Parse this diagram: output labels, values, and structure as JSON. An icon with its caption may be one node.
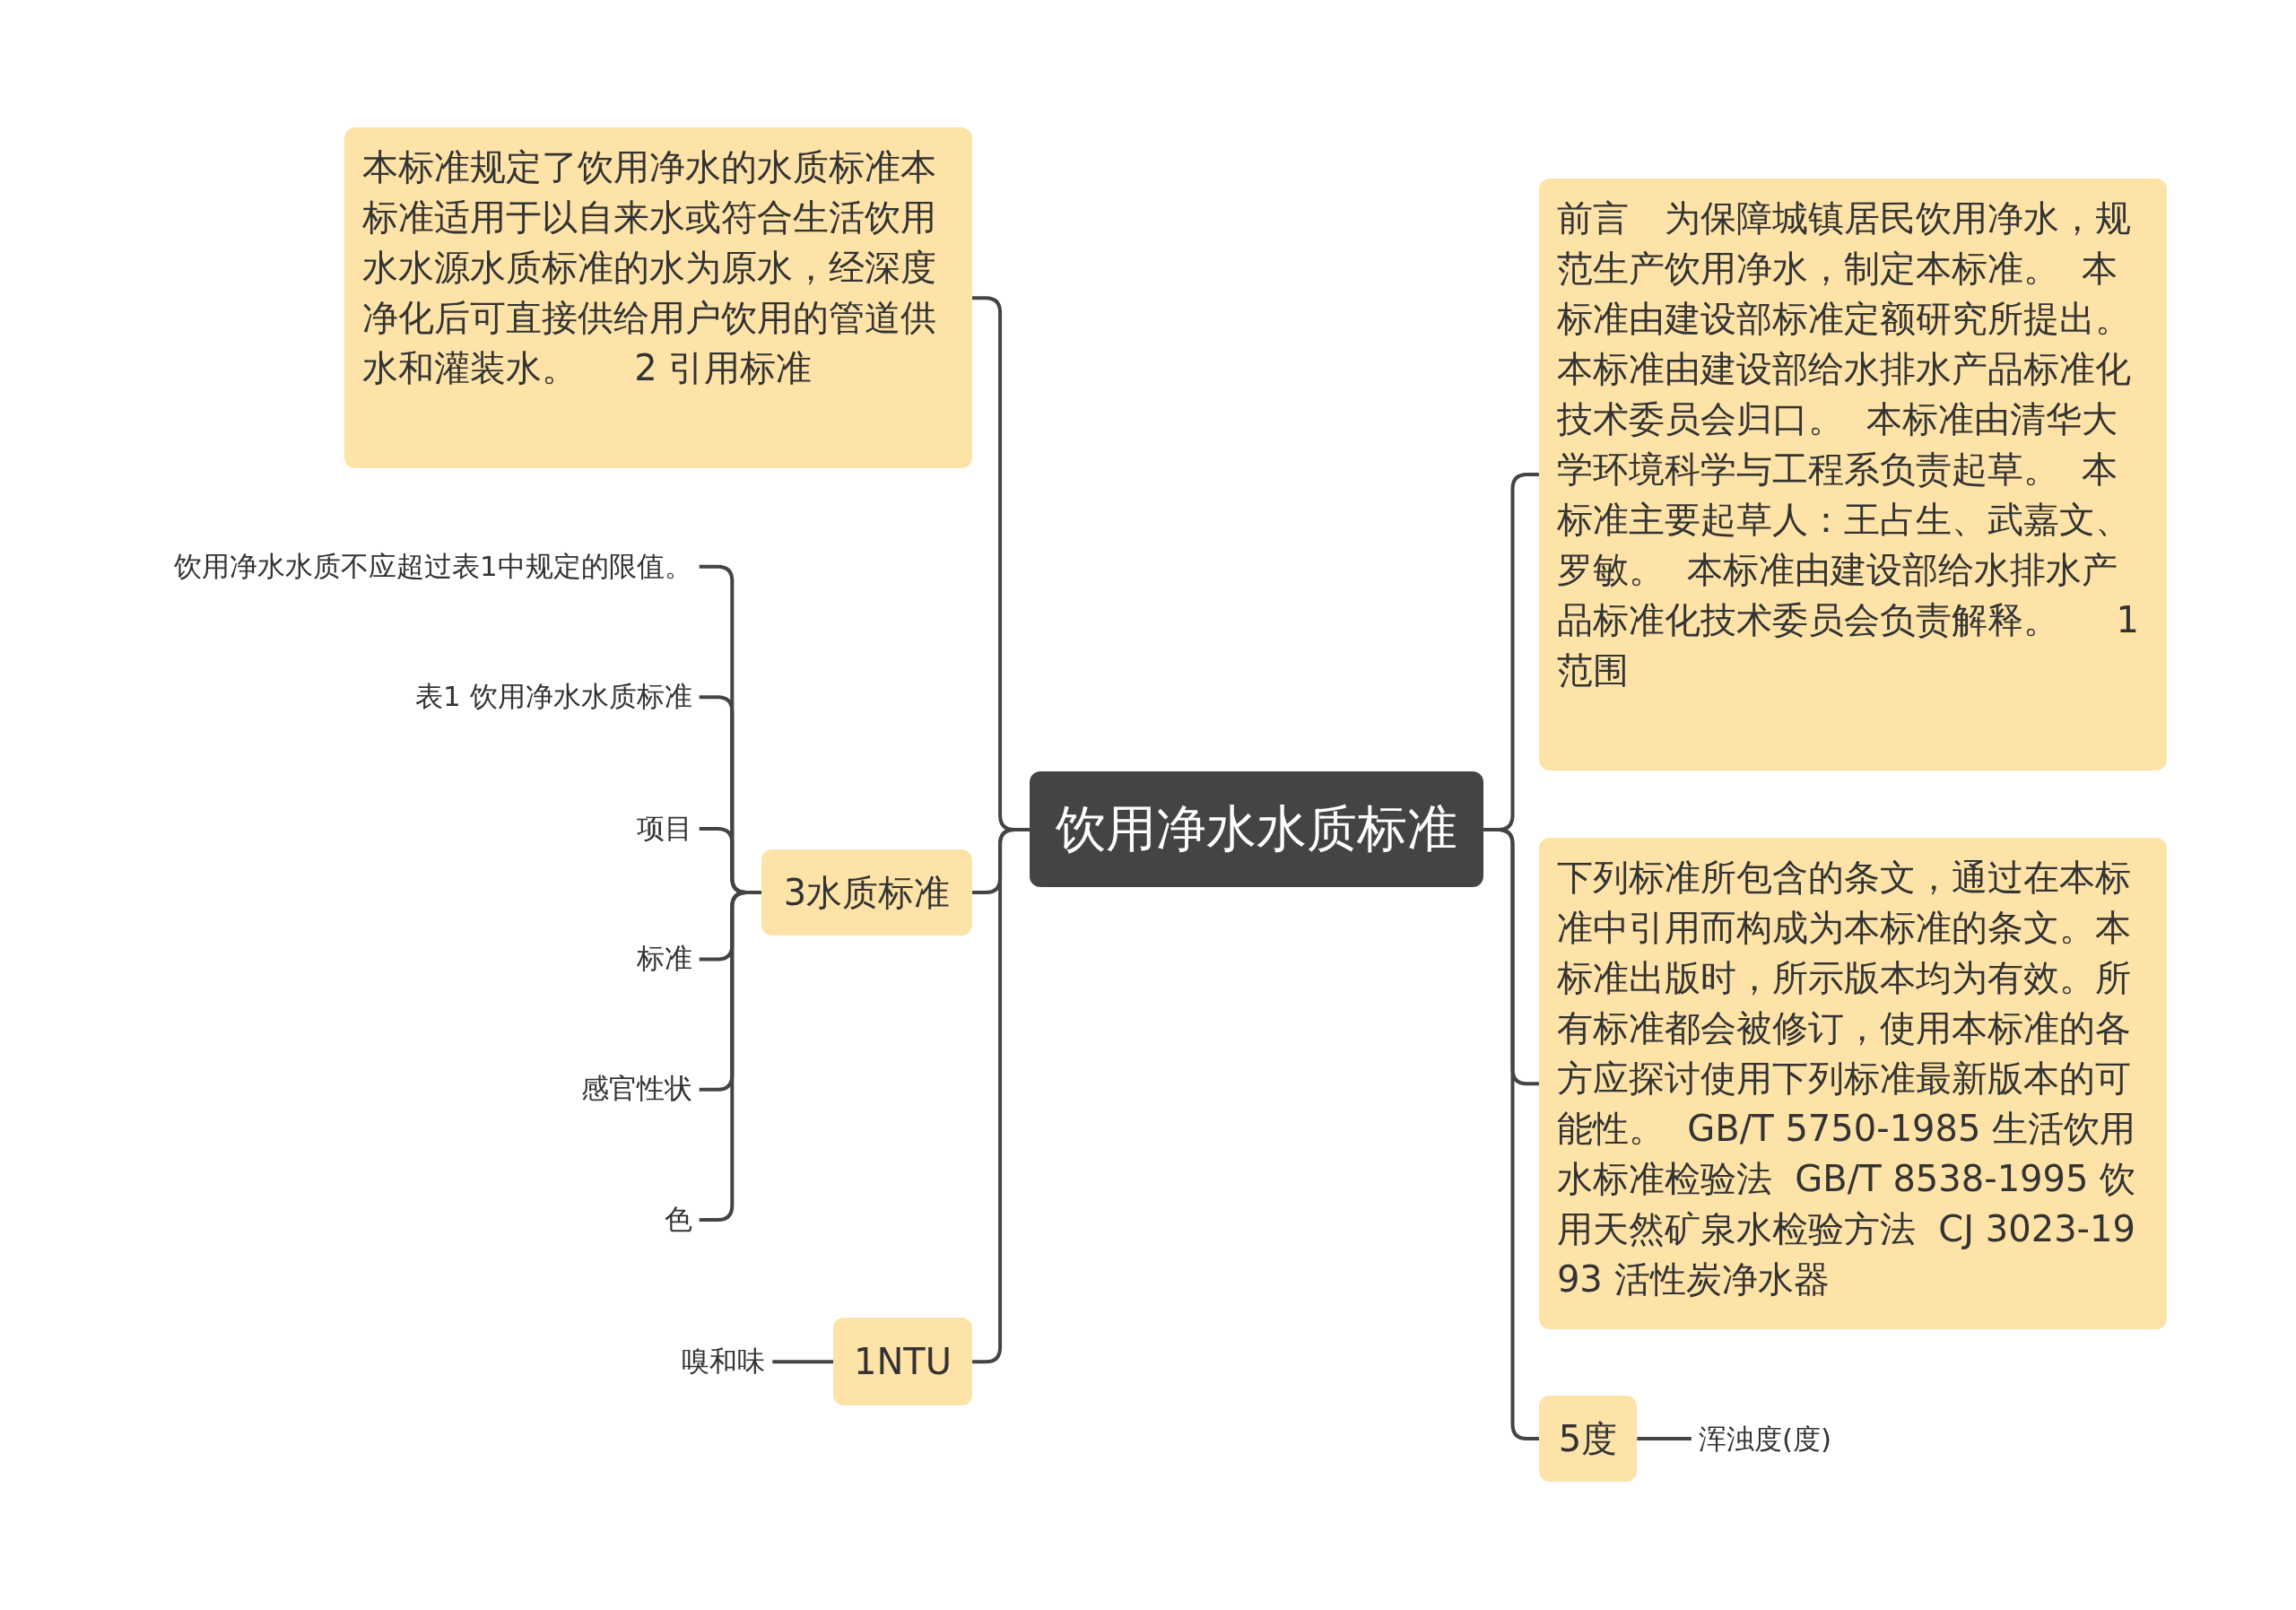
{
  "diagram": {
    "nodes": [
      {
        "text": [
          "饮用净水水质标准"
        ]
      },
      {
        "text": [
          "本标准规定了饮用净水的水质标准本标准适用于以自来水或符合生活饮用水水源水质标准的水为原水，经深度净化后可直接供给用户饮用的管道供水和灌装水。     2 引用标准"
        ]
      },
      {
        "text": [
          "3水质标准"
        ]
      },
      {
        "text": [
          "饮用净水水质不应超过表1中规定的限值。"
        ]
      },
      {
        "text": [
          "表1  饮用净水水质标准"
        ]
      },
      {
        "text": [
          "项目"
        ]
      },
      {
        "text": [
          "标准"
        ]
      },
      {
        "text": [
          "感官性状"
        ]
      },
      {
        "text": [
          "色"
        ]
      },
      {
        "text": [
          "1NTU"
        ]
      },
      {
        "text": [
          "嗅和味"
        ]
      },
      {
        "text": [
          "前言　为保障城镇居民饮用净水，规范生产饮用净水，制定本标准。  本标准由建设部标准定额研究所提出。本标准由建设部给水排水产品标准化技术委员会归口。  本标准由清华大学环境科学与工程系负责起草。  本标准主要起草人：王占生、武嘉文、罗敏。  本标准由建设部给水排水产品标准化技术委员会负责解释。     1范围"
        ]
      },
      {
        "text": [
          "下列标准所包含的条文，通过在本标准中引用而构成为本标准的条文。本标准出版时，所示版本均为有效。所有标准都会被修订，使用本标准的各方应探讨使用下列标准最新版本的可能性。  GB/T 5750-1985 生活饮用水标准检验法  GB/T 8538-1995 饮用天然矿泉水检验方法  CJ 3023-1993 活性炭净水器"
        ]
      },
      {
        "text": [
          "5度"
        ]
      },
      {
        "text": [
          "浑浊度(度)"
        ]
      }
    ],
    "edges": [
      {
        "from": 0,
        "to": 1,
        "arrow": "none"
      },
      {
        "from": 0,
        "to": 2,
        "arrow": "none"
      },
      {
        "from": 0,
        "to": 9,
        "arrow": "none"
      },
      {
        "from": 0,
        "to": 11,
        "arrow": "none"
      },
      {
        "from": 0,
        "to": 12,
        "arrow": "none"
      },
      {
        "from": 0,
        "to": 13,
        "arrow": "none"
      },
      {
        "from": 2,
        "to": 3,
        "arrow": "none"
      },
      {
        "from": 2,
        "to": 4,
        "arrow": "none"
      },
      {
        "from": 2,
        "to": 5,
        "arrow": "none"
      },
      {
        "from": 2,
        "to": 6,
        "arrow": "none"
      },
      {
        "from": 2,
        "to": 7,
        "arrow": "none"
      },
      {
        "from": 2,
        "to": 8,
        "arrow": "none"
      },
      {
        "from": 9,
        "to": 10,
        "arrow": "none"
      },
      {
        "from": 13,
        "to": 14,
        "arrow": "none"
      }
    ]
  }
}
